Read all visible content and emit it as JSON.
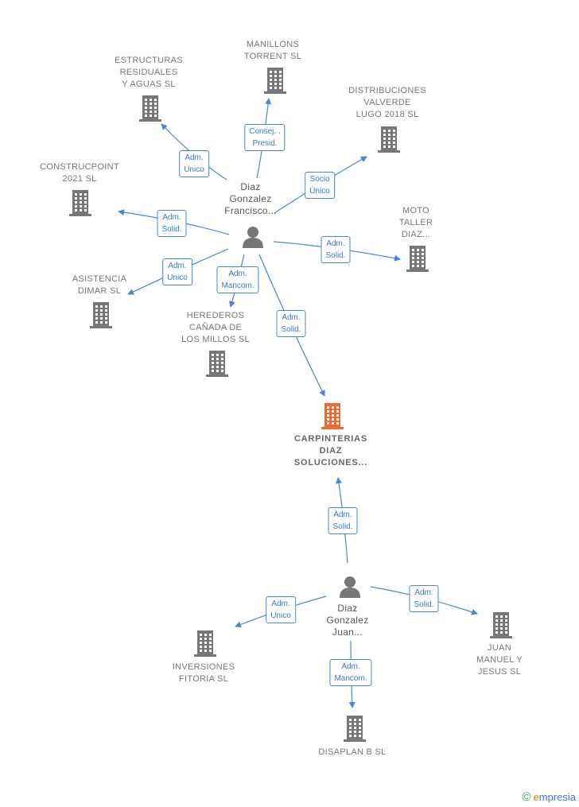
{
  "nodes": [
    {
      "id": "p1",
      "kind": "person",
      "label": [
        "Diaz",
        "Gonzalez",
        "Francisco..."
      ],
      "color": "#777777"
    },
    {
      "id": "p2",
      "kind": "person",
      "label": [
        "Diaz",
        "Gonzalez",
        "Juan..."
      ],
      "color": "#777777"
    },
    {
      "id": "c_focus",
      "kind": "company",
      "focus": true,
      "label": [
        "CARPINTERIAS",
        "DIAZ",
        "SOLUCIONES..."
      ],
      "color": "#f06a35"
    },
    {
      "id": "c_manillons",
      "kind": "company",
      "label": [
        "MANILLONS",
        "TORRENT  SL"
      ],
      "color": "#777777"
    },
    {
      "id": "c_estructuras",
      "kind": "company",
      "label": [
        "ESTRUCTURAS",
        "RESIDUALES",
        "Y AGUAS SL"
      ],
      "color": "#777777"
    },
    {
      "id": "c_distribuciones",
      "kind": "company",
      "label": [
        "DISTRIBUCIONES",
        "VALVERDE",
        "LUGO 2018  SL"
      ],
      "color": "#777777"
    },
    {
      "id": "c_construcpoint",
      "kind": "company",
      "label": [
        "CONSTRUCPOINT",
        "2021  SL"
      ],
      "color": "#777777"
    },
    {
      "id": "c_moto",
      "kind": "company",
      "label": [
        "MOTO",
        "TALLER",
        "DIAZ..."
      ],
      "color": "#777777"
    },
    {
      "id": "c_asistencia",
      "kind": "company",
      "label": [
        "ASISTENCIA",
        "DIMAR  SL"
      ],
      "color": "#777777"
    },
    {
      "id": "c_herederos",
      "kind": "company",
      "label": [
        "HEREDEROS",
        "CAÑADA DE",
        "LOS MILLOS SL"
      ],
      "color": "#777777"
    },
    {
      "id": "c_inversiones",
      "kind": "company",
      "label": [
        "INVERSIONES",
        "FITORIA  SL"
      ],
      "color": "#777777"
    },
    {
      "id": "c_juan",
      "kind": "company",
      "label": [
        "JUAN",
        "MANUEL Y",
        "JESUS  SL"
      ],
      "color": "#777777"
    },
    {
      "id": "c_disaplan",
      "kind": "company",
      "label": [
        "DISAPLAN B SL"
      ],
      "color": "#777777"
    }
  ],
  "edges": [
    {
      "from": "p1",
      "to": "c_manillons",
      "label": [
        "Consej. .",
        "Presid."
      ]
    },
    {
      "from": "p1",
      "to": "c_estructuras",
      "label": [
        "Adm.",
        "Unico"
      ]
    },
    {
      "from": "p1",
      "to": "c_distribuciones",
      "label": [
        "Socio",
        "Único"
      ]
    },
    {
      "from": "p1",
      "to": "c_construcpoint",
      "label": [
        "Adm.",
        "Solid."
      ]
    },
    {
      "from": "p1",
      "to": "c_moto",
      "label": [
        "Adm.",
        "Solid."
      ]
    },
    {
      "from": "p1",
      "to": "c_asistencia",
      "label": [
        "Adm.",
        "Unico"
      ]
    },
    {
      "from": "p1",
      "to": "c_herederos",
      "label": [
        "Adm.",
        "Mancom."
      ]
    },
    {
      "from": "p1",
      "to": "c_focus",
      "label": [
        "Adm.",
        "Solid."
      ]
    },
    {
      "from": "p2",
      "to": "c_focus",
      "label": [
        "Adm.",
        "Solid."
      ]
    },
    {
      "from": "p2",
      "to": "c_inversiones",
      "label": [
        "Adm.",
        "Unico"
      ]
    },
    {
      "from": "p2",
      "to": "c_juan",
      "label": [
        "Adm.",
        "Solid."
      ]
    },
    {
      "from": "p2",
      "to": "c_disaplan",
      "label": [
        "Adm.",
        "Mancom."
      ]
    }
  ],
  "colors": {
    "edge": "#4a86d0",
    "company": "#777777",
    "focus": "#f06a35",
    "person": "#777777"
  },
  "brand": {
    "copyright": "©",
    "name_first": "e",
    "name_rest": "mpresia"
  }
}
